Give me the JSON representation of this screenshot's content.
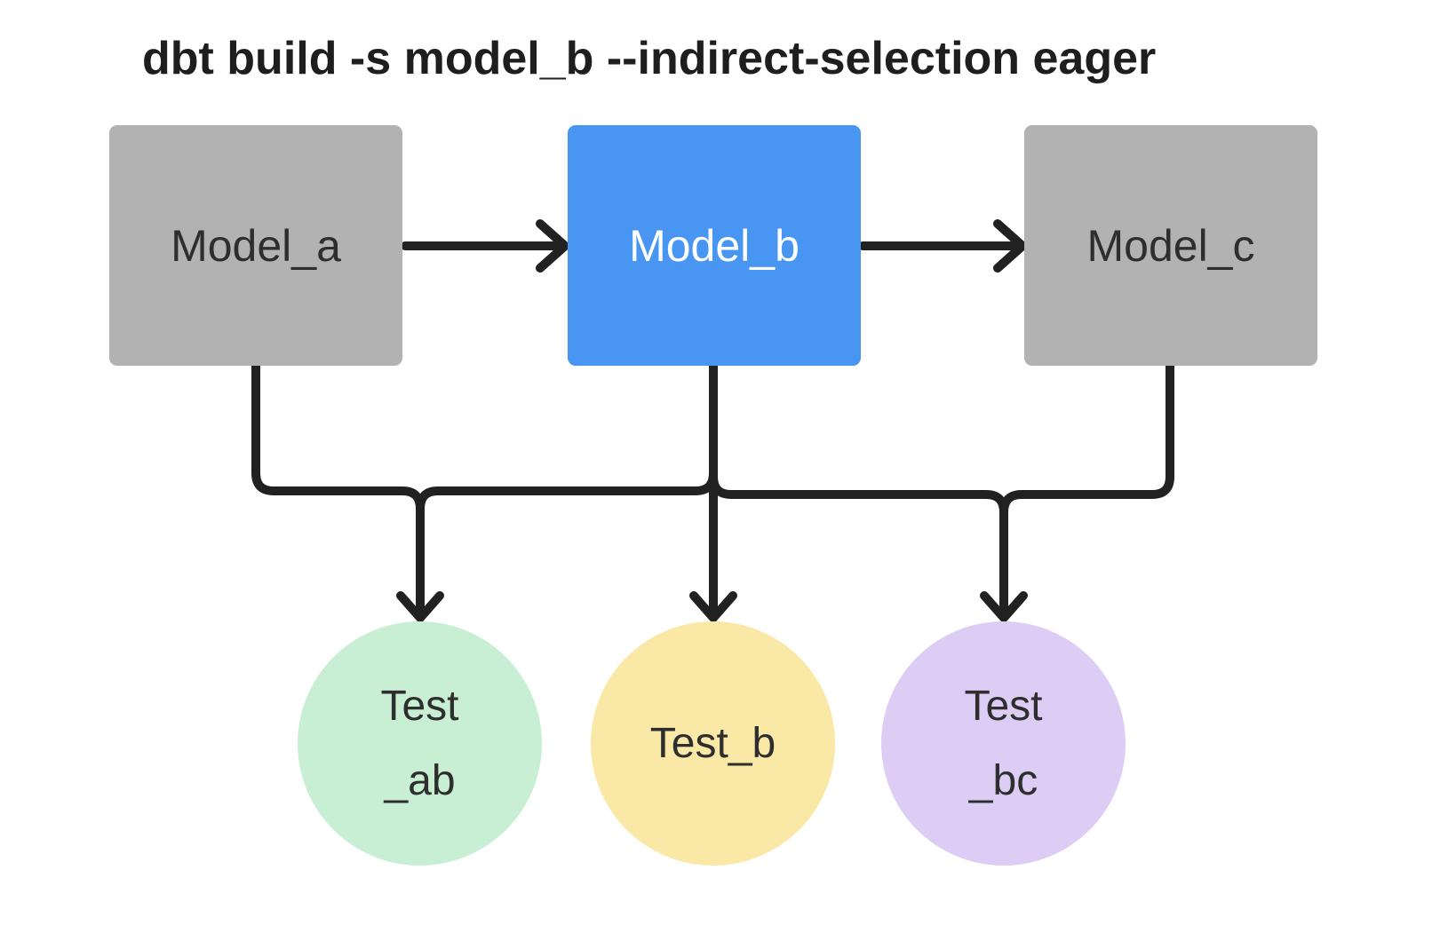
{
  "diagram": {
    "title": "dbt build -s model_b --indirect-selection eager",
    "background": "#FFFFFF",
    "line_color": "#212121",
    "models": [
      {
        "id": "model_a",
        "label": "Model_a",
        "selected": false,
        "fill": "#B2B2B2",
        "text_color": "#2E2E2E"
      },
      {
        "id": "model_b",
        "label": "Model_b",
        "selected": true,
        "fill": "#4895F2",
        "text_color": "#FFFFFF"
      },
      {
        "id": "model_c",
        "label": "Model_c",
        "selected": false,
        "fill": "#B2B2B2",
        "text_color": "#2E2E2E"
      }
    ],
    "tests": [
      {
        "id": "test_ab",
        "label": "Test_ab",
        "lines": [
          "Test",
          "_ab"
        ],
        "fill": "#C8EFD3"
      },
      {
        "id": "test_b",
        "label": "Test_b",
        "lines": [
          "Test_b"
        ],
        "fill": "#FAE8A7"
      },
      {
        "id": "test_bc",
        "label": "Test_bc",
        "lines": [
          "Test",
          "_bc"
        ],
        "fill": "#DDCDF4"
      }
    ],
    "edges": [
      {
        "from": "model_a",
        "to": "model_b"
      },
      {
        "from": "model_b",
        "to": "model_c"
      },
      {
        "from": "model_a",
        "to": "test_ab"
      },
      {
        "from": "model_b",
        "to": "test_ab"
      },
      {
        "from": "model_b",
        "to": "test_b"
      },
      {
        "from": "model_b",
        "to": "test_bc"
      },
      {
        "from": "model_c",
        "to": "test_bc"
      }
    ]
  }
}
